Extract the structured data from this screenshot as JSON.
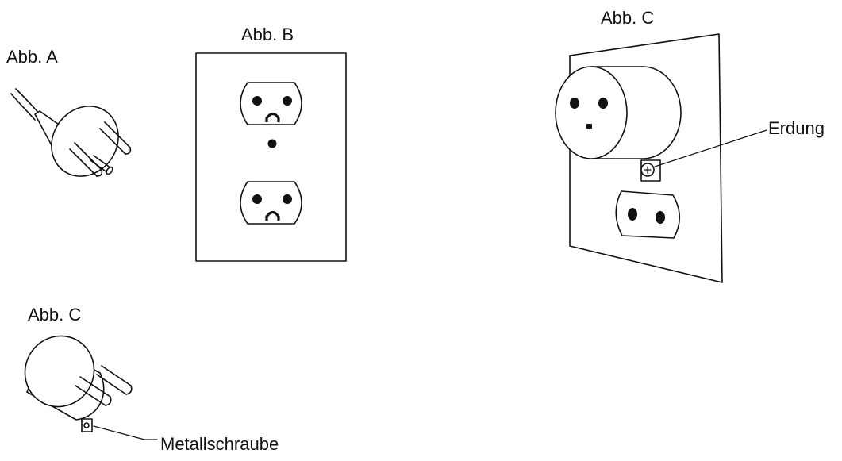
{
  "figures": {
    "fig_a": {
      "label": "Abb. A"
    },
    "fig_b": {
      "label": "Abb. B"
    },
    "fig_c_outlet": {
      "label": "Abb. C",
      "callout": "Erdung"
    },
    "fig_c_plug": {
      "label": "Abb. C",
      "callout": "Metallschraube"
    }
  },
  "colors": {
    "line": "#111111",
    "background": "#ffffff"
  }
}
